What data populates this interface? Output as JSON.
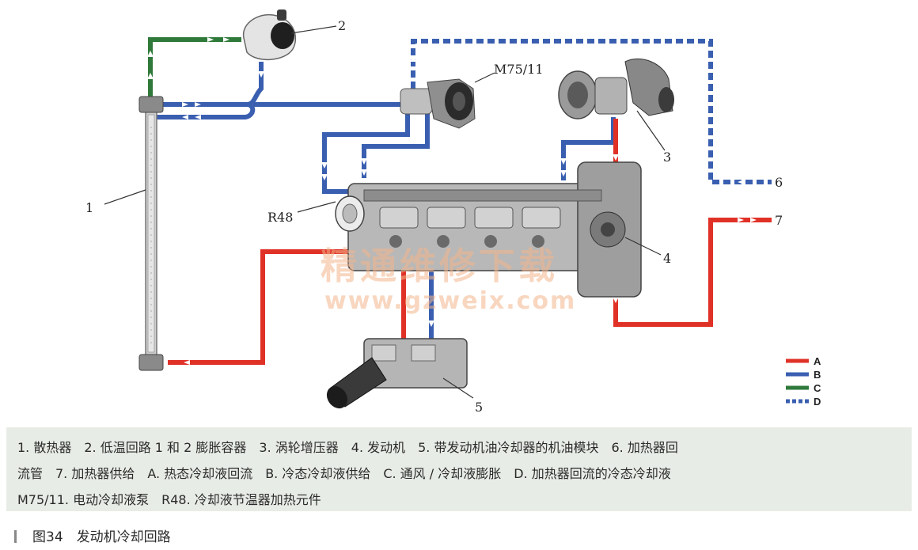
{
  "labels": {
    "n1": "1",
    "n2": "2",
    "n3": "3",
    "n4": "4",
    "n5": "5",
    "n6": "6",
    "n7": "7",
    "m75": "M75/11",
    "r48": "R48"
  },
  "legend": [
    {
      "key": "A",
      "color": "#e03127"
    },
    {
      "key": "B",
      "color": "#3a5fb0"
    },
    {
      "key": "C",
      "color": "#2f7a3a"
    },
    {
      "key": "D",
      "color": "#3a5fb0"
    }
  ],
  "colors": {
    "hot": "#e03127",
    "cold": "#3a5fb0",
    "vent": "#2f7a3a",
    "heater_return": "#3a5fb0"
  },
  "watermark": {
    "line1": "精通维修下载",
    "line2": "www.gzweix.com"
  },
  "caption": {
    "line1": "1. 散热器　2. 低温回路 1 和 2 膨胀容器　3. 涡轮增压器　4. 发动机　5. 带发动机油冷却器的机油模块　6. 加热器回",
    "line2": "流管　7. 加热器供给　A. 热态冷却液回流　B. 冷态冷却液供给　C. 通风 / 冷却液膨胀　D. 加热器回流的冷态冷却液",
    "line3": "M75/11. 电动冷却液泵　R48. 冷却液节温器加热元件"
  },
  "figure_title": "图34　发动机冷却回路"
}
